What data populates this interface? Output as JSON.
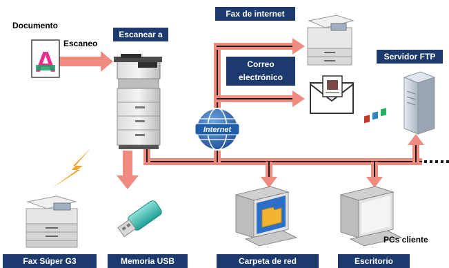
{
  "labels": {
    "document": "Documento",
    "scan": "Escaneo",
    "scan_to": "Escanear a",
    "internet_fax": "Fax de internet",
    "email_line1": "Correo",
    "email_line2": "electrónico",
    "ftp_server": "Servidor FTP",
    "internet": "Internet",
    "super_g3_fax": "Fax Súper G3",
    "usb_memory": "Memoria USB",
    "network_folder": "Carpeta de red",
    "desktop": "Escritorio",
    "client_pcs": "PCs cliente"
  },
  "document_glyph": "A",
  "icons": [
    "document-icon",
    "mfp-printer-icon",
    "fax-machine-icon",
    "email-envelope-icon",
    "ftp-server-icon",
    "internet-globe-icon",
    "lightning-icon",
    "usb-drive-icon",
    "pc-folder-icon",
    "pc-desktop-icon"
  ],
  "colors": {
    "label_bg": "#1d3a6e",
    "arrow_salmon": "#ef8b7f",
    "network_line": "#1c1c1c",
    "globe": "#1f5ea8",
    "lightning": "#f1a52b"
  }
}
